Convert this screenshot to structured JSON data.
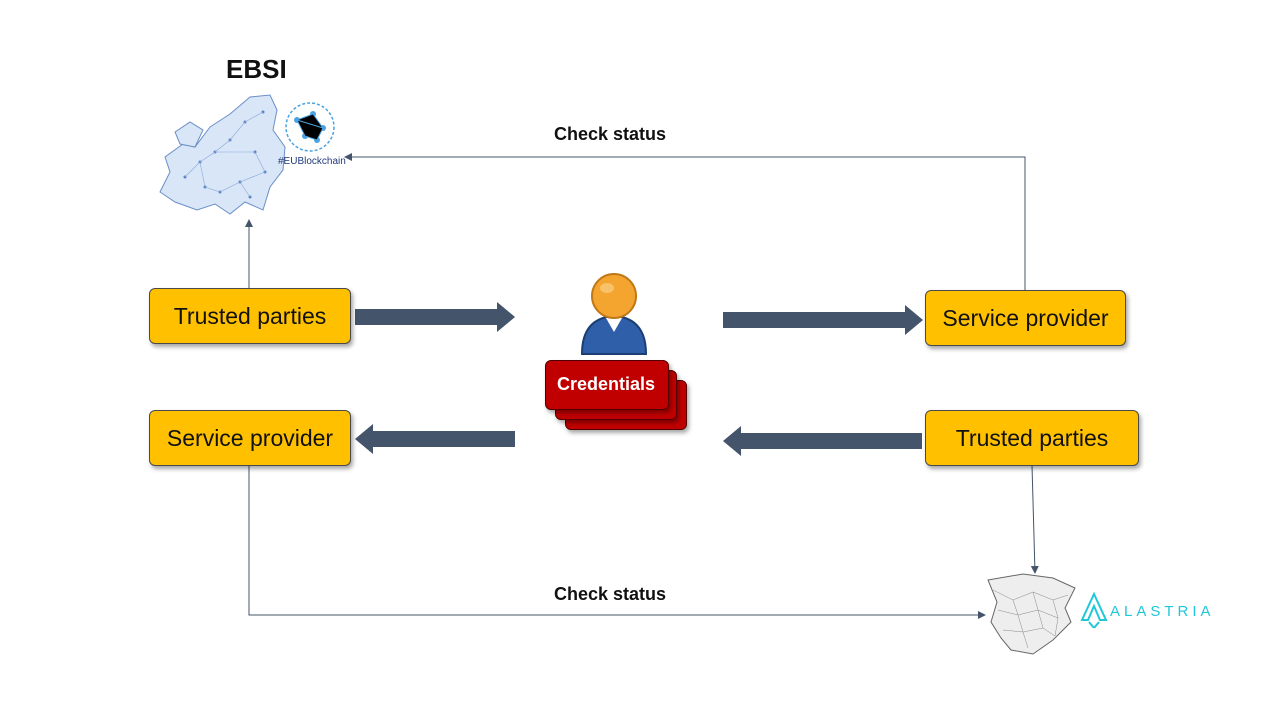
{
  "diagram": {
    "ebsi_title": "EBSI",
    "eu_hashtag": "#EUBlockchain",
    "alastria_label": "ALASTRIA",
    "check_status_top": "Check status",
    "check_status_bottom": "Check status",
    "credentials_label": "Credentials",
    "boxes": {
      "trusted_left": "Trusted parties",
      "service_right": "Service provider",
      "service_left": "Service provider",
      "trusted_right": "Trusted parties"
    }
  },
  "colors": {
    "box_fill": "#ffc000",
    "arrow_dark": "#44546a",
    "credentials_red": "#c00000",
    "line": "#44546a",
    "person_head": "#f4a530",
    "person_body": "#2e5fa8",
    "alastria": "#21c6d8"
  }
}
